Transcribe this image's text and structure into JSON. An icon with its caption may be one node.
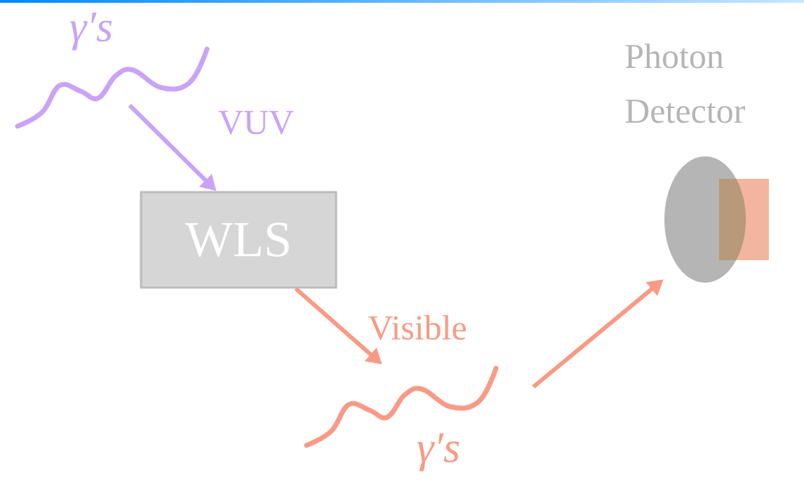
{
  "diagram": {
    "nodes": [
      {
        "text": [],
        "shape": "wave",
        "beside": [
          "γ′s"
        ]
      },
      {
        "text": [
          "WLS"
        ]
      },
      {
        "text": [],
        "shape": "wave",
        "beside": [
          "γ′s"
        ]
      },
      {
        "text": [
          "Photon Detector"
        ]
      }
    ],
    "edges": [
      {
        "from": 0,
        "to": 1,
        "arrow": "to",
        "label": "VUV",
        "color": "#c9a3f7"
      },
      {
        "from": 1,
        "to": 2,
        "arrow": "to",
        "label": "Visible",
        "color": "#f99a85"
      },
      {
        "from": 2,
        "to": 3,
        "arrow": "to",
        "color": "#f99a85"
      }
    ]
  }
}
